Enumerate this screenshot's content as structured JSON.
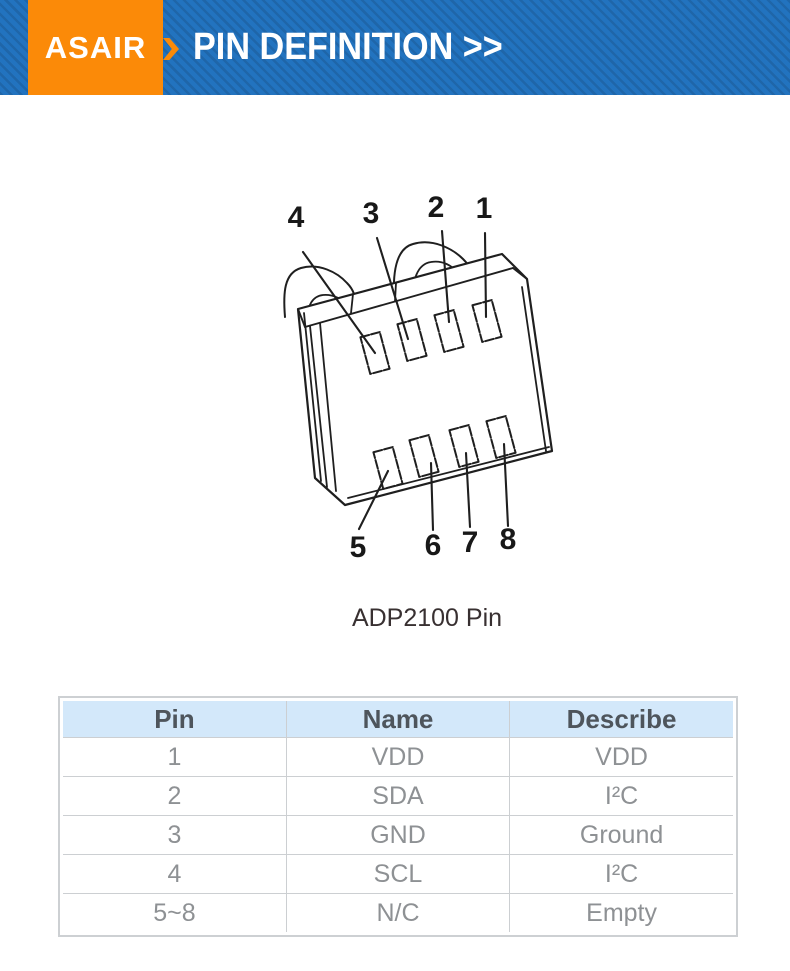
{
  "header": {
    "logo": "ASAIR",
    "title": "PIN DEFINITION >>"
  },
  "diagram": {
    "caption": "ADP2100 Pin",
    "pin_labels": [
      "1",
      "2",
      "3",
      "4",
      "5",
      "6",
      "7",
      "8"
    ]
  },
  "table": {
    "headers": [
      "Pin",
      "Name",
      "Describe"
    ],
    "rows": [
      [
        "1",
        "VDD",
        "VDD"
      ],
      [
        "2",
        "SDA",
        "I²C"
      ],
      [
        "3",
        "GND",
        "Ground"
      ],
      [
        "4",
        "SCL",
        "I²C"
      ],
      [
        "5~8",
        "N/C",
        "Empty"
      ]
    ]
  },
  "colors": {
    "banner_blue": "#2273bf",
    "banner_orange": "#fb8a08",
    "banner_text": "#ffffff",
    "table_header_bg": "#d3e8fa",
    "table_border": "#cccfd2",
    "table_header_text": "#4e555c",
    "table_cell_text": "#8e9194",
    "diagram_stroke": "#1f1f1f",
    "caption_text": "#383031"
  }
}
